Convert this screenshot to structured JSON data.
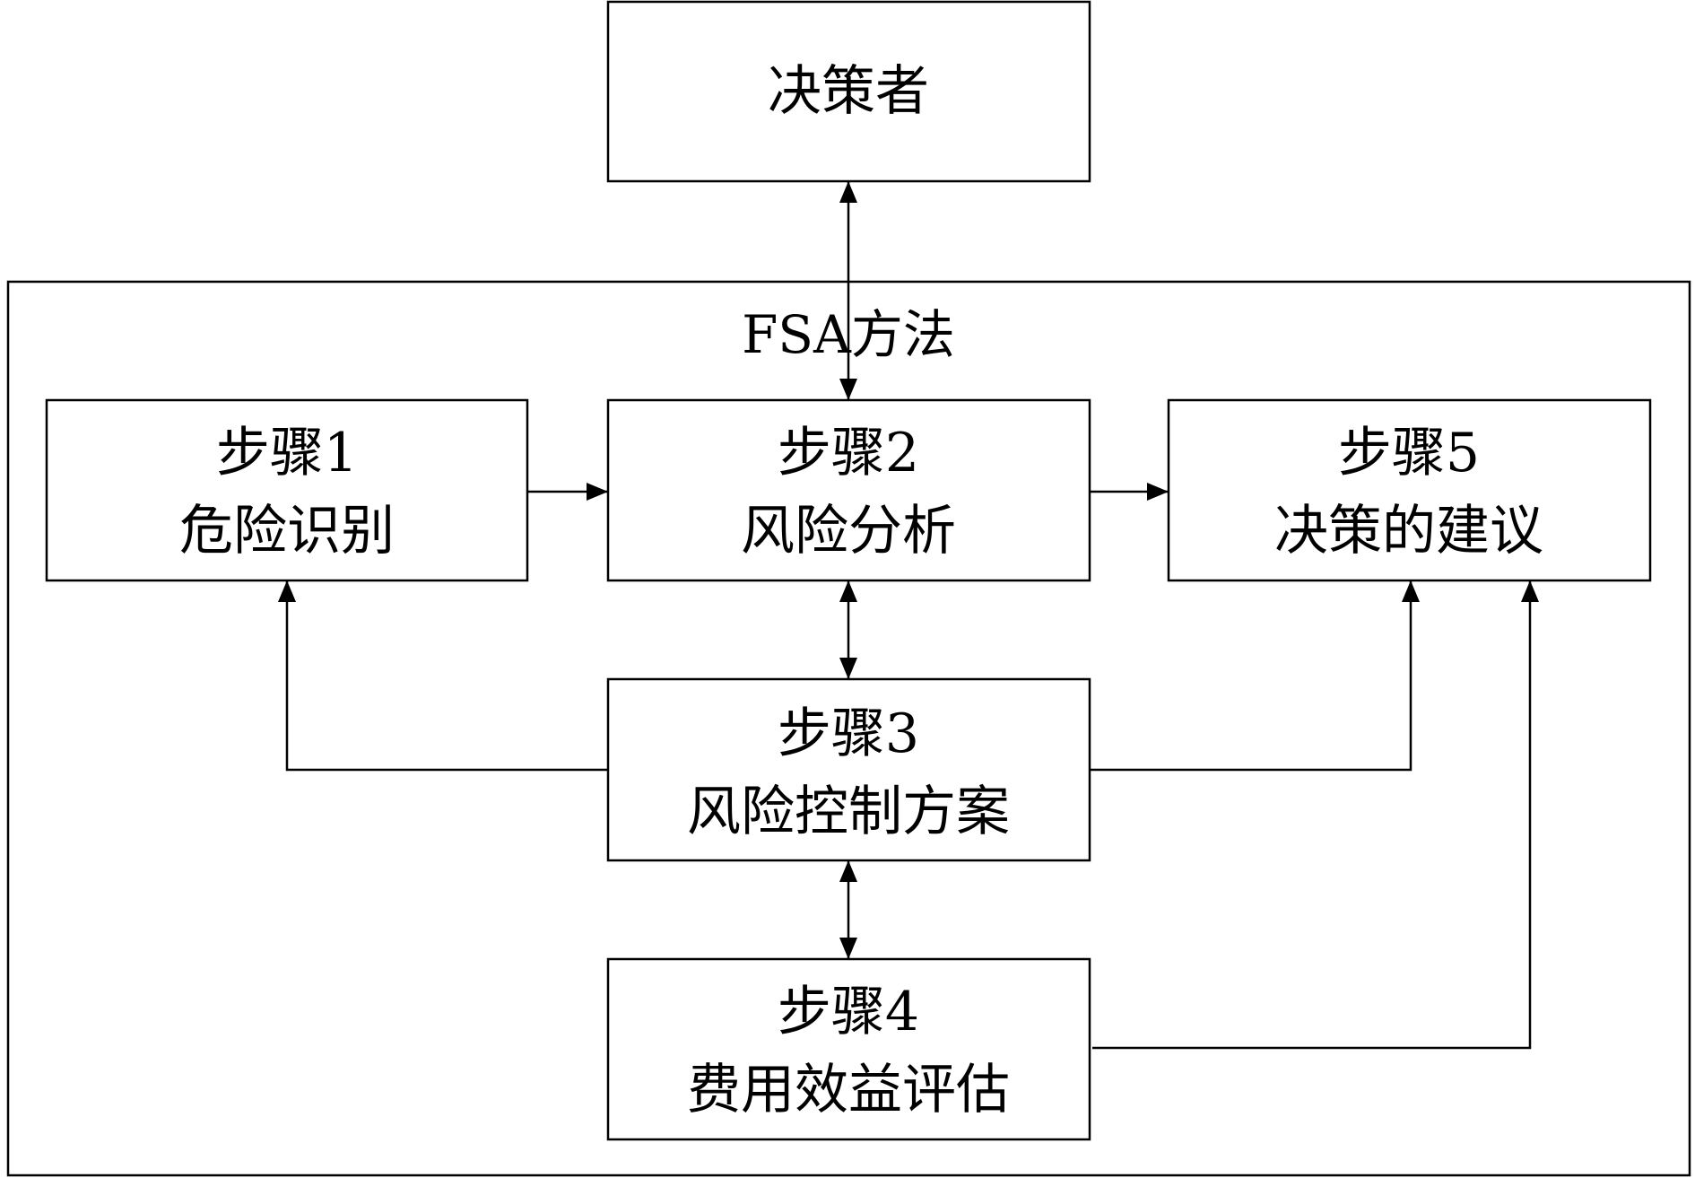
{
  "nodes": {
    "decision_maker": {
      "lines": [
        "决策者"
      ]
    },
    "step1": {
      "lines": [
        "步骤1",
        "危险识别"
      ]
    },
    "step2": {
      "lines": [
        "步骤2",
        "风险分析"
      ]
    },
    "step3": {
      "lines": [
        "步骤3",
        "风险控制方案"
      ]
    },
    "step4": {
      "lines": [
        "步骤4",
        "费用效益评估"
      ]
    },
    "step5": {
      "lines": [
        "步骤5",
        "决策的建议"
      ]
    }
  },
  "container": {
    "title": "FSA方法"
  },
  "edges": [
    {
      "from": "decision_maker",
      "to": "step2",
      "direction": "both"
    },
    {
      "from": "step1",
      "to": "step2",
      "direction": "forward"
    },
    {
      "from": "step2",
      "to": "step5",
      "direction": "forward"
    },
    {
      "from": "step2",
      "to": "step3",
      "direction": "both"
    },
    {
      "from": "step3",
      "to": "step4",
      "direction": "both"
    },
    {
      "from": "step3",
      "to": "step1",
      "direction": "forward"
    },
    {
      "from": "step3",
      "to": "step5",
      "direction": "forward"
    },
    {
      "from": "step4",
      "to": "step5",
      "direction": "forward"
    }
  ],
  "colors": {
    "stroke": "#000000",
    "background": "#ffffff"
  }
}
